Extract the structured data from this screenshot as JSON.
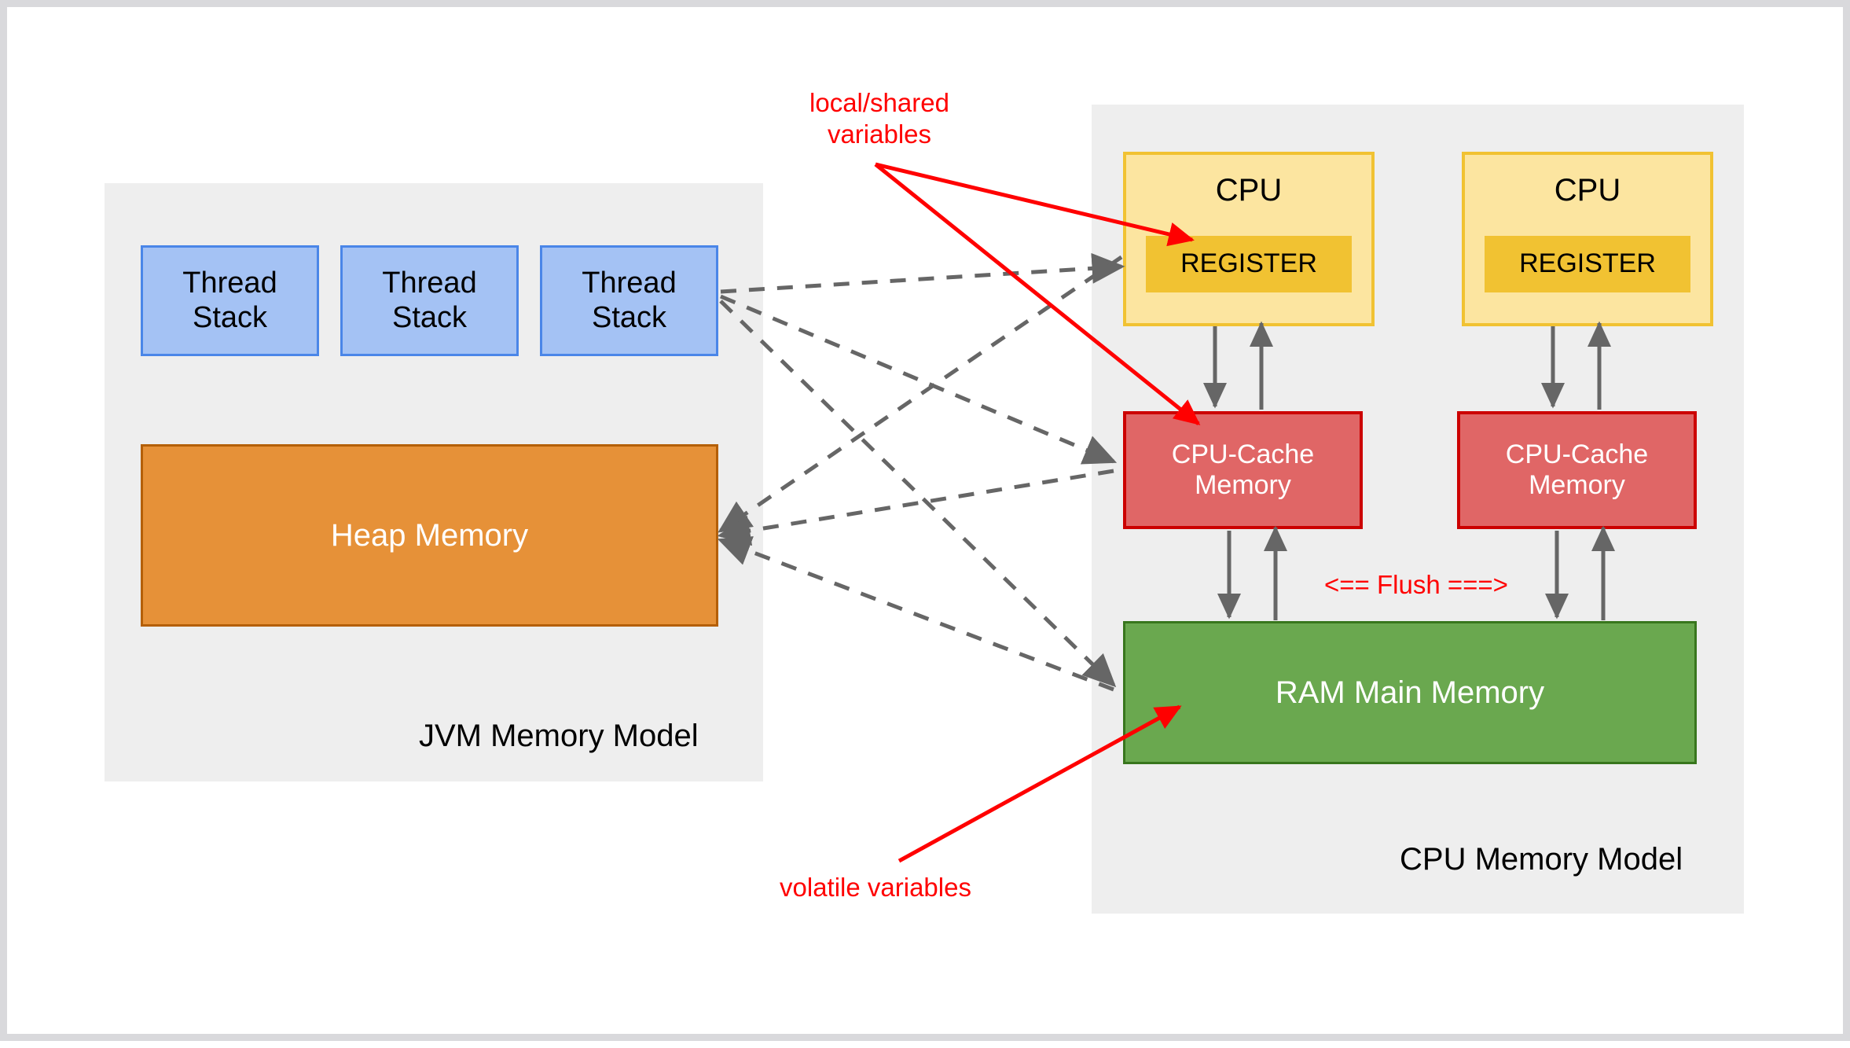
{
  "diagram": {
    "title_hidden": "",
    "colors": {
      "canvas_bg": "#ffffff",
      "panel_bg": "#eeeeee",
      "thread_fill": "#a4c2f4",
      "thread_border": "#4a86e8",
      "heap_fill": "#e69138",
      "heap_border": "#b45f06",
      "cpu_fill": "#fce5a0",
      "cpu_border": "#f1c232",
      "register_fill": "#f1c232",
      "cache_fill": "#e06666",
      "cache_border": "#cc0000",
      "ram_fill": "#6aa84f",
      "ram_border": "#38761d",
      "annotation_red": "#ff0000",
      "connector_gray": "#666666"
    },
    "left_panel": {
      "label": "JVM Memory Model",
      "thread_stacks": [
        {
          "line1": "Thread",
          "line2": "Stack"
        },
        {
          "line1": "Thread",
          "line2": "Stack"
        },
        {
          "line1": "Thread",
          "line2": "Stack"
        }
      ],
      "heap": {
        "label": "Heap Memory"
      }
    },
    "right_panel": {
      "label": "CPU Memory Model",
      "cpus": [
        {
          "label": "CPU",
          "register": "REGISTER",
          "cache_line1": "CPU-Cache",
          "cache_line2": "Memory"
        },
        {
          "label": "CPU",
          "register": "REGISTER",
          "cache_line1": "CPU-Cache",
          "cache_line2": "Memory"
        }
      ],
      "ram": {
        "label": "RAM Main Memory"
      },
      "flush_label": "<== Flush ===>"
    },
    "annotations": {
      "local_shared": "local/shared\nvariables",
      "volatile": "volatile variables"
    }
  }
}
